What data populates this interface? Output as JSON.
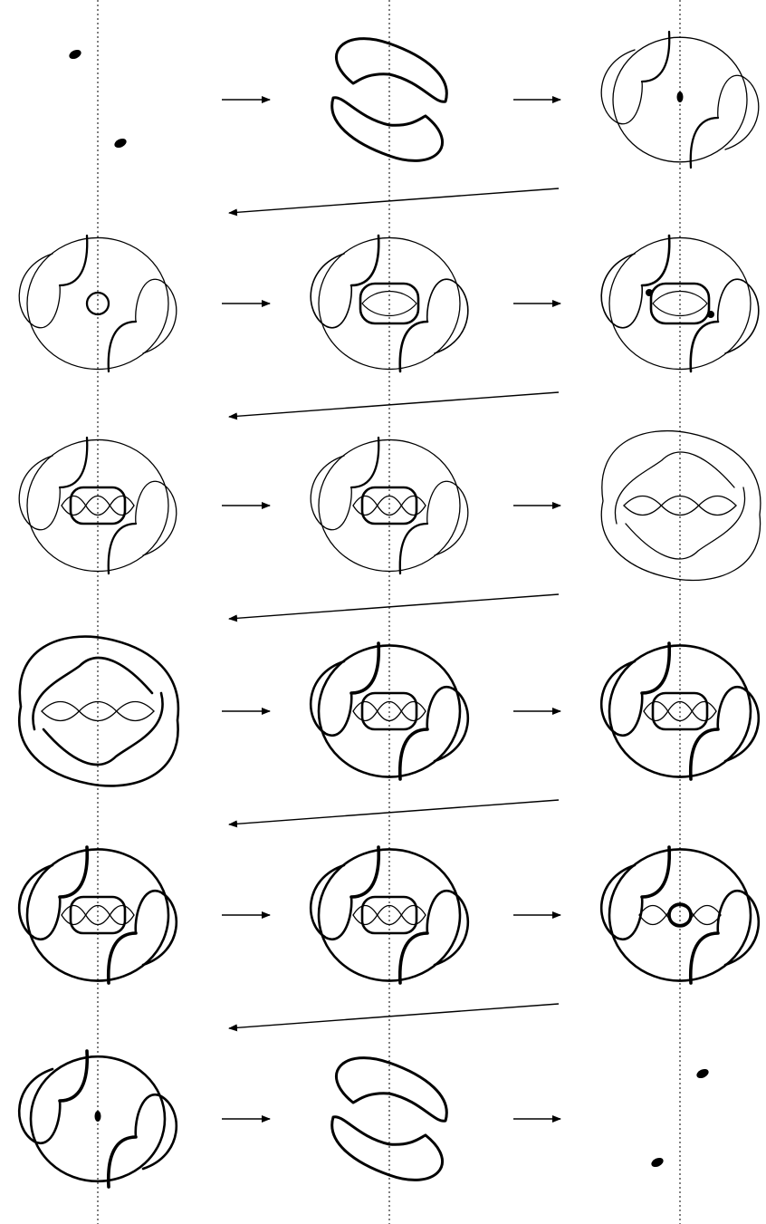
{
  "figure": {
    "kind": "knot-movie-sequence",
    "columns": 3,
    "rows": 6,
    "step_arrows": "right",
    "row_return_arrows": "leftward-diagonal",
    "axis_style": "dotted-vertical",
    "ink_color": "#000000",
    "background_color": "#ffffff",
    "frames": [
      {
        "id": "f1",
        "motif": "two-points"
      },
      {
        "id": "f2",
        "motif": "two-arcs-oval"
      },
      {
        "id": "f3",
        "motif": "ring-one-point"
      },
      {
        "id": "f4",
        "motif": "ring-small-loop"
      },
      {
        "id": "f5",
        "motif": "ring-inner-lens"
      },
      {
        "id": "f6",
        "motif": "ring-inner-lens-bulges"
      },
      {
        "id": "f7",
        "motif": "ring-twisted-core"
      },
      {
        "id": "f8",
        "motif": "ring-twisted-core"
      },
      {
        "id": "f9",
        "motif": "wide-ring-twist"
      },
      {
        "id": "f10",
        "motif": "wide-ring-twist"
      },
      {
        "id": "f11",
        "motif": "ring-twisted-core"
      },
      {
        "id": "f12",
        "motif": "ring-twisted-core"
      },
      {
        "id": "f13",
        "motif": "ring-twisted-core"
      },
      {
        "id": "f14",
        "motif": "ring-twisted-core"
      },
      {
        "id": "f15",
        "motif": "ring-small-loop"
      },
      {
        "id": "f16",
        "motif": "ring-one-point"
      },
      {
        "id": "f17",
        "motif": "two-arcs-oval"
      },
      {
        "id": "f18",
        "motif": "two-points"
      }
    ]
  }
}
